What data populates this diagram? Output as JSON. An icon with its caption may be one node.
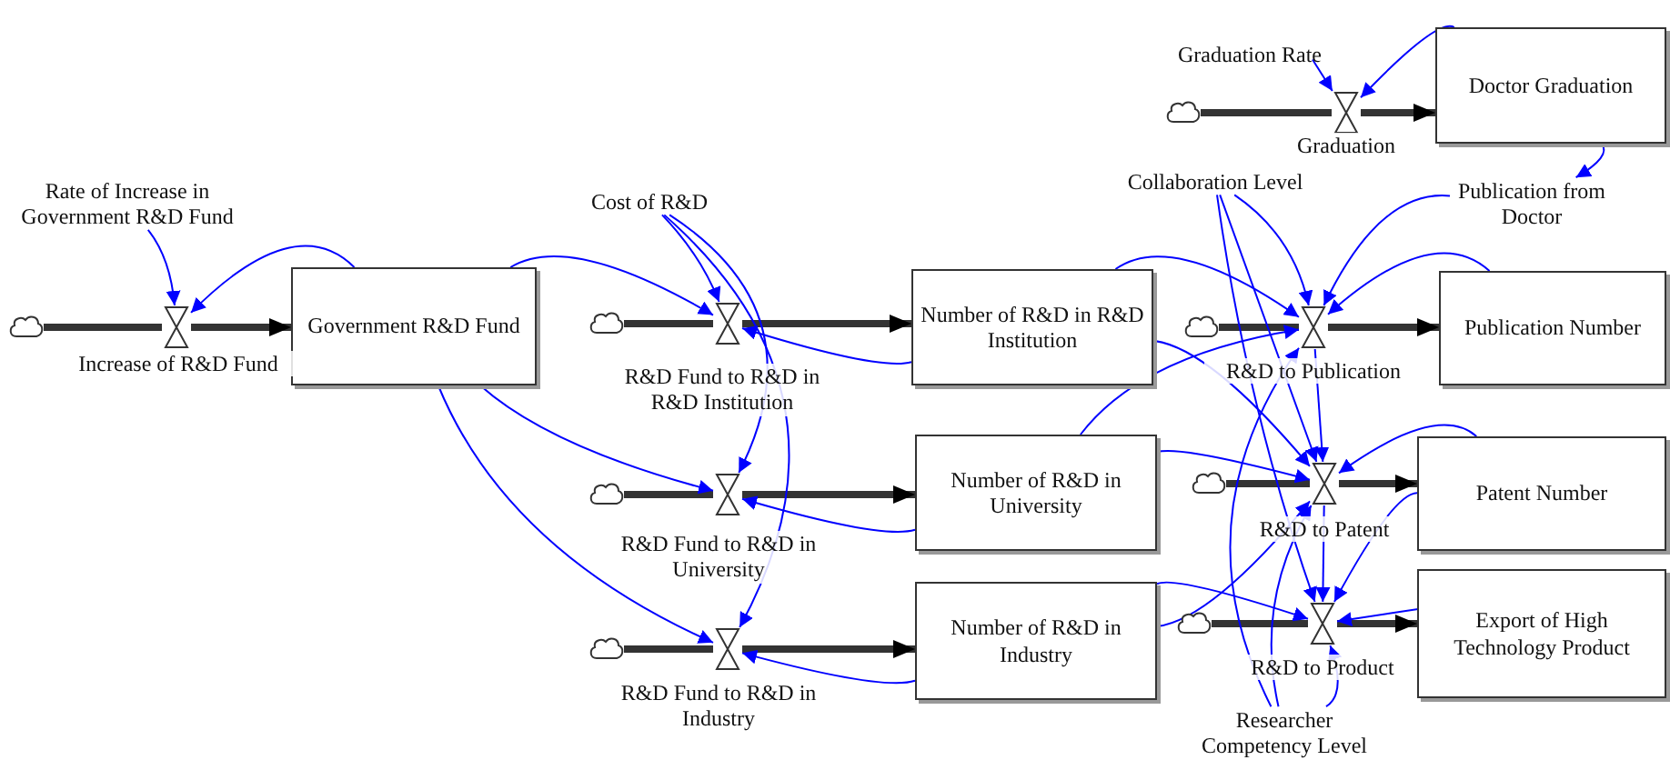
{
  "diagram": {
    "nodes": [
      {
        "text": [],
        "shape": "cloud"
      },
      {
        "text": [],
        "shape": "valve",
        "beside": [
          "Increase of R&D Fund"
        ]
      },
      {
        "text": [
          "Rate of Increase in Government R&D Fund"
        ]
      },
      {
        "text": [
          "Government R&D Fund"
        ]
      },
      {
        "text": [
          "Cost of R&D"
        ]
      },
      {
        "text": [],
        "shape": "cloud"
      },
      {
        "text": [],
        "shape": "valve",
        "beside": [
          "R&D Fund to R&D in R&D Institution"
        ]
      },
      {
        "text": [
          "Number of R&D in R&D Institution"
        ]
      },
      {
        "text": [],
        "shape": "cloud"
      },
      {
        "text": [],
        "shape": "valve",
        "beside": [
          "R&D Fund to R&D in University"
        ]
      },
      {
        "text": [
          "Number of R&D in University"
        ]
      },
      {
        "text": [],
        "shape": "cloud"
      },
      {
        "text": [],
        "shape": "valve",
        "beside": [
          "R&D Fund to R&D in Industry"
        ]
      },
      {
        "text": [
          "Number of R&D in Industry"
        ]
      },
      {
        "text": [
          "Graduation Rate"
        ]
      },
      {
        "text": [],
        "shape": "cloud"
      },
      {
        "text": [],
        "shape": "valve",
        "beside": [
          "Graduation"
        ]
      },
      {
        "text": [
          "Doctor Graduation"
        ]
      },
      {
        "text": [
          "Collaboration Level"
        ]
      },
      {
        "text": [
          "Publication from Doctor"
        ]
      },
      {
        "text": [],
        "shape": "cloud"
      },
      {
        "text": [],
        "shape": "valve",
        "beside": [
          "R&D to Publication"
        ]
      },
      {
        "text": [
          "Publication Number"
        ]
      },
      {
        "text": [],
        "shape": "cloud"
      },
      {
        "text": [],
        "shape": "valve",
        "beside": [
          "R&D to Patent"
        ]
      },
      {
        "text": [
          "Patent Number"
        ]
      },
      {
        "text": [],
        "shape": "cloud"
      },
      {
        "text": [],
        "shape": "valve",
        "beside": [
          "R&D to Product"
        ]
      },
      {
        "text": [
          "Export of High Technology Product"
        ]
      },
      {
        "text": [
          "Researcher Competency Level"
        ]
      }
    ],
    "edges": [
      {
        "from": 0,
        "to": 1,
        "arrow": "none",
        "style": "thick",
        "color": "#333333"
      },
      {
        "from": 1,
        "to": 3,
        "arrow": "to",
        "style": "thick",
        "color": "#333333"
      },
      {
        "from": 5,
        "to": 6,
        "arrow": "none",
        "style": "thick",
        "color": "#333333"
      },
      {
        "from": 6,
        "to": 7,
        "arrow": "to",
        "style": "thick",
        "color": "#333333"
      },
      {
        "from": 8,
        "to": 9,
        "arrow": "none",
        "style": "thick",
        "color": "#333333"
      },
      {
        "from": 9,
        "to": 10,
        "arrow": "to",
        "style": "thick",
        "color": "#333333"
      },
      {
        "from": 11,
        "to": 12,
        "arrow": "none",
        "style": "thick",
        "color": "#333333"
      },
      {
        "from": 12,
        "to": 13,
        "arrow": "to",
        "style": "thick",
        "color": "#333333"
      },
      {
        "from": 15,
        "to": 16,
        "arrow": "none",
        "style": "thick",
        "color": "#333333"
      },
      {
        "from": 16,
        "to": 17,
        "arrow": "to",
        "style": "thick",
        "color": "#333333"
      },
      {
        "from": 20,
        "to": 21,
        "arrow": "none",
        "style": "thick",
        "color": "#333333"
      },
      {
        "from": 21,
        "to": 22,
        "arrow": "to",
        "style": "thick",
        "color": "#333333"
      },
      {
        "from": 23,
        "to": 24,
        "arrow": "none",
        "style": "thick",
        "color": "#333333"
      },
      {
        "from": 24,
        "to": 25,
        "arrow": "to",
        "style": "thick",
        "color": "#333333"
      },
      {
        "from": 26,
        "to": 27,
        "arrow": "none",
        "style": "thick",
        "color": "#333333"
      },
      {
        "from": 27,
        "to": 28,
        "arrow": "to",
        "style": "thick",
        "color": "#333333"
      },
      {
        "from": 2,
        "to": 1,
        "arrow": "to"
      },
      {
        "from": 3,
        "to": 1,
        "arrow": "to"
      },
      {
        "from": 3,
        "to": 6,
        "arrow": "to"
      },
      {
        "from": 3,
        "to": 9,
        "arrow": "to"
      },
      {
        "from": 3,
        "to": 12,
        "arrow": "to"
      },
      {
        "from": 4,
        "to": 6,
        "arrow": "to"
      },
      {
        "from": 4,
        "to": 9,
        "arrow": "to"
      },
      {
        "from": 4,
        "to": 12,
        "arrow": "to"
      },
      {
        "from": 7,
        "to": 6,
        "arrow": "to"
      },
      {
        "from": 10,
        "to": 9,
        "arrow": "to"
      },
      {
        "from": 13,
        "to": 12,
        "arrow": "to"
      },
      {
        "from": 14,
        "to": 16,
        "arrow": "to"
      },
      {
        "from": 17,
        "to": 16,
        "arrow": "to"
      },
      {
        "from": 17,
        "to": 19,
        "arrow": "to"
      },
      {
        "from": 18,
        "to": 21,
        "arrow": "to"
      },
      {
        "from": 18,
        "to": 24,
        "arrow": "to"
      },
      {
        "from": 18,
        "to": 27,
        "arrow": "to"
      },
      {
        "from": 19,
        "to": 21,
        "arrow": "to"
      },
      {
        "from": 7,
        "to": 21,
        "arrow": "to"
      },
      {
        "from": 22,
        "to": 21,
        "arrow": "to"
      },
      {
        "from": 10,
        "to": 21,
        "arrow": "to"
      },
      {
        "from": 29,
        "to": 21,
        "arrow": "to"
      },
      {
        "from": 7,
        "to": 24,
        "arrow": "to"
      },
      {
        "from": 10,
        "to": 24,
        "arrow": "to"
      },
      {
        "from": 13,
        "to": 24,
        "arrow": "to"
      },
      {
        "from": 25,
        "to": 24,
        "arrow": "to"
      },
      {
        "from": 29,
        "to": 24,
        "arrow": "to"
      },
      {
        "from": 21,
        "to": 24,
        "arrow": "to"
      },
      {
        "from": 13,
        "to": 27,
        "arrow": "to"
      },
      {
        "from": 24,
        "to": 27,
        "arrow": "to"
      },
      {
        "from": 25,
        "to": 27,
        "arrow": "to"
      },
      {
        "from": 28,
        "to": 27,
        "arrow": "to"
      },
      {
        "from": 29,
        "to": 27,
        "arrow": "to"
      }
    ]
  }
}
